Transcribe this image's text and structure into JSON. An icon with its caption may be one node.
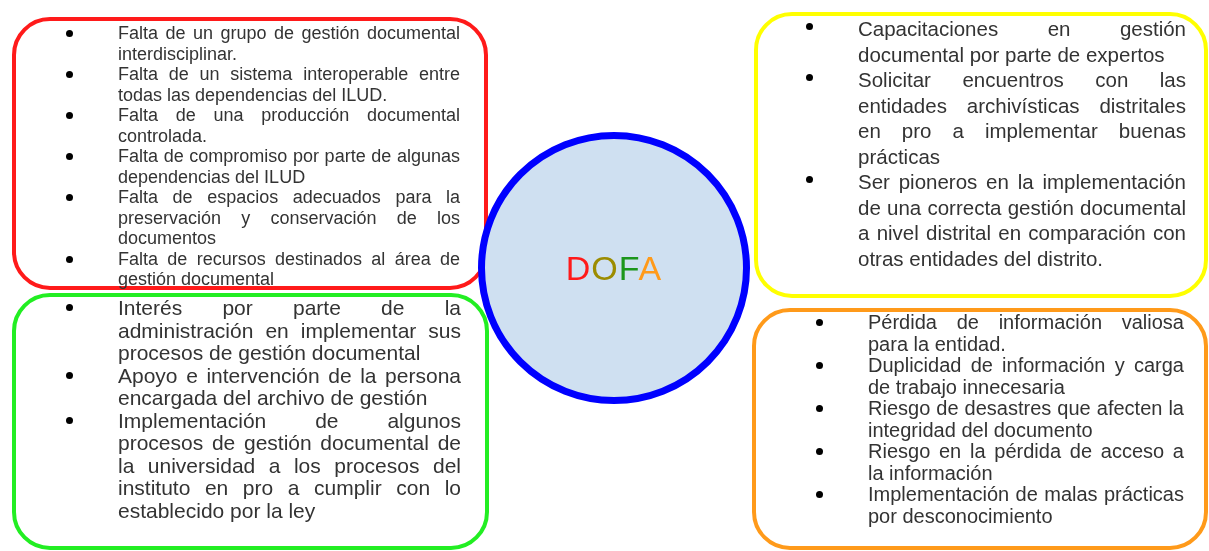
{
  "diagram": {
    "nodes": [
      {
        "text": [
          "Falta de un grupo de gestión documental interdisciplinar.",
          "Falta de un sistema interoperable entre todas las dependencias del ILUD.",
          "Falta de una producción documental controlada.",
          "Falta de compromiso por parte de algunas dependencias del ILUD",
          "Falta de espacios adecuados para la preservación y conservación de los documentos",
          "Falta de recursos destinados al área de gestión documental"
        ]
      },
      {
        "text": [
          "Capacitaciones en gestión documental por parte de expertos",
          "Solicitar encuentros con las entidades archivísticas distritales en pro a implementar buenas prácticas",
          "Ser pioneros en la implementación de una correcta gestión documental a nivel distrital en comparación con otras entidades del distrito."
        ]
      },
      {
        "text": [
          "DOFA"
        ]
      },
      {
        "text": [
          "Interés por parte de la administración en implementar sus procesos de gestión documental",
          "Apoyo e intervención de la persona encargada del archivo de gestión",
          "Implementación de algunos procesos de gestión documental de la universidad a los procesos del instituto en pro a cumplir con lo establecido por la ley"
        ]
      },
      {
        "text": [
          "Pérdida de información valiosa para la entidad.",
          "Duplicidad de información y carga de trabajo innecesaria",
          "Riesgo de desastres que afecten la integridad del documento",
          "Riesgo en la pérdida de acceso a la información",
          "Implementación de malas prácticas por desconocimiento"
        ]
      }
    ]
  }
}
